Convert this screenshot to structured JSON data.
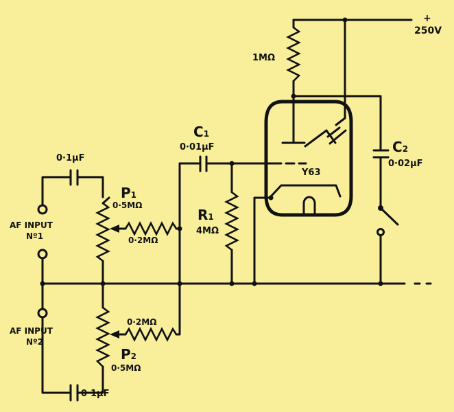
{
  "supply": {
    "sign": "+",
    "voltage": "250V"
  },
  "tube": {
    "label": "Y63"
  },
  "components": {
    "r_anode": {
      "value": "1MΩ"
    },
    "c1": {
      "name": "C",
      "sub": "1",
      "value": "0·01μF"
    },
    "r1": {
      "name": "R",
      "sub": "1",
      "value": "4MΩ"
    },
    "c2": {
      "name": "C",
      "sub": "2",
      "value": "0·02μF"
    },
    "p1": {
      "name": "P",
      "sub": "1",
      "value": "0·5MΩ"
    },
    "p2": {
      "name": "P",
      "sub": "2",
      "value": "0·5MΩ"
    },
    "r_mix1": {
      "value": "0·2MΩ"
    },
    "r_mix2": {
      "value": "0·2MΩ"
    },
    "cap_in1": {
      "value": "0·1μF"
    },
    "cap_in2": {
      "value": "0·1μF"
    }
  },
  "inputs": {
    "in1": {
      "line1": "AF INPUT",
      "line2": "Nº1"
    },
    "in2": {
      "line1": "AF INPUT",
      "line2": "Nº2"
    }
  }
}
